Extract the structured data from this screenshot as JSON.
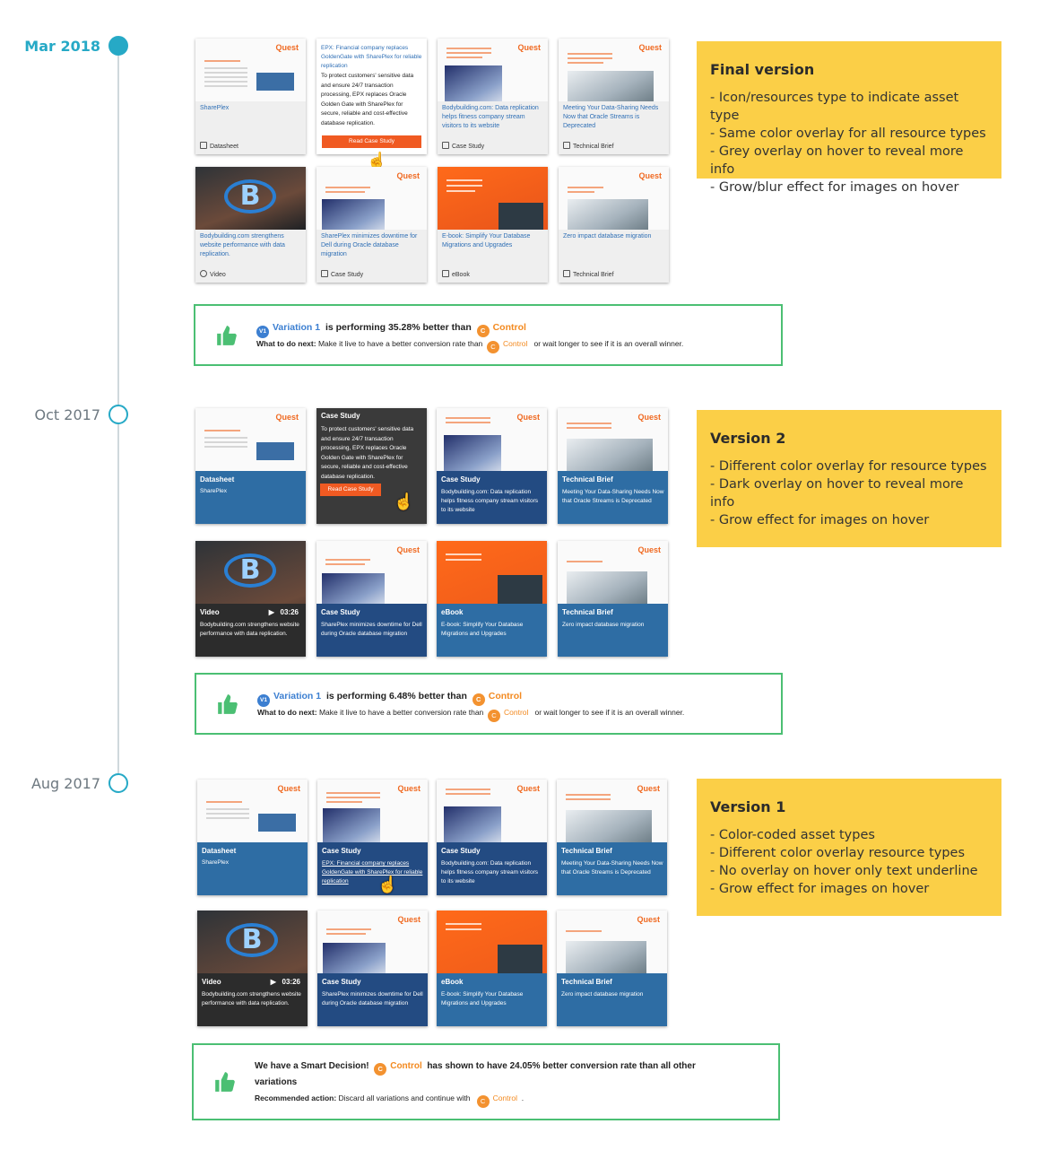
{
  "timeline": [
    {
      "date": "Mar 2018",
      "active": true
    },
    {
      "date": "Oct 2017",
      "active": false
    },
    {
      "date": "Aug 2017",
      "active": false
    }
  ],
  "brand": "Quest",
  "final": {
    "cards": [
      {
        "title": "SharePlex",
        "type": "Datasheet"
      },
      {
        "hover_title": "EPX: Financial company replaces GoldenGate with SharePlex for reliable replication",
        "hover_text": "To protect customers' sensitive data and ensure 24/7 transaction processing, EPX replaces Oracle Golden Gate with SharePlex for secure, reliable and cost-effective database replication.",
        "button": "Read Case Study"
      },
      {
        "title": "Bodybuilding.com: Data replication helps fitness company stream visitors to its website",
        "type": "Case Study"
      },
      {
        "title": "Meeting Your Data-Sharing Needs Now that Oracle Streams is Deprecated",
        "type": "Technical Brief"
      },
      {
        "title": "Bodybuilding.com strengthens website performance with data replication.",
        "type": "Video"
      },
      {
        "title": "SharePlex minimizes downtime for Dell during Oracle database migration",
        "type": "Case Study"
      },
      {
        "title": "E-book: Simplify Your Database Migrations and Upgrades",
        "type": "eBook"
      },
      {
        "title": "Zero impact database migration",
        "type": "Technical Brief"
      }
    ],
    "note": {
      "title": "Final version",
      "items": [
        "- Icon/resources type to indicate asset type",
        "- Same color overlay for all resource types",
        "- Grey overlay on hover to reveal more info",
        "- Grow/blur effect for images on hover"
      ]
    },
    "result": {
      "badge": "V1",
      "variation": "Variation 1",
      "mid": "is performing 35.28% better than",
      "c_badge": "C",
      "control": "Control",
      "next_label": "What to do next:",
      "next_text": "Make it live to have a better conversion rate than",
      "next_tail": "or wait longer to see if it is an overall winner."
    }
  },
  "v2": {
    "cards": [
      {
        "type": "Datasheet",
        "title": "SharePlex"
      },
      {
        "type": "Case Study",
        "hover_text": "To protect customers' sensitive data and ensure 24/7 transaction processing, EPX replaces Oracle Golden Gate with SharePlex for secure, reliable and cost-effective database replication.",
        "button": "Read Case Study"
      },
      {
        "type": "Case Study",
        "title": "Bodybuilding.com: Data replication helps fitness company stream visitors to its website"
      },
      {
        "type": "Technical Brief",
        "title": "Meeting Your Data-Sharing Needs Now that Oracle Streams is Deprecated"
      },
      {
        "type": "Video",
        "duration": "03:26",
        "title": "Bodybuilding.com strengthens website performance with data replication."
      },
      {
        "type": "Case Study",
        "title": "SharePlex minimizes downtime for Dell during Oracle database migration"
      },
      {
        "type": "eBook",
        "title": "E-book: Simplify Your Database Migrations and Upgrades"
      },
      {
        "type": "Technical Brief",
        "title": "Zero impact database migration"
      }
    ],
    "note": {
      "title": "Version 2",
      "items": [
        "- Different color overlay for resource types",
        "- Dark overlay on hover to reveal more info",
        "- Grow effect for images on hover"
      ]
    },
    "result": {
      "badge": "V1",
      "variation": "Variation 1",
      "mid": "is performing 6.48% better than",
      "c_badge": "C",
      "control": "Control",
      "next_label": "What to do next:",
      "next_text": "Make it live to have a better conversion rate than",
      "next_tail": "or wait longer to see if it is an overall winner."
    }
  },
  "v1": {
    "cards": [
      {
        "type": "Datasheet",
        "title": "SharePlex"
      },
      {
        "type": "Case Study",
        "title": "EPX: Financial company replaces GoldenGate with SharePlex for reliable replication"
      },
      {
        "type": "Case Study",
        "title": "Bodybuilding.com: Data replication helps fitness company stream visitors to its website"
      },
      {
        "type": "Technical Brief",
        "title": "Meeting Your Data-Sharing Needs Now that Oracle Streams is Deprecated"
      },
      {
        "type": "Video",
        "duration": "03:26",
        "title": "Bodybuilding.com strengthens website performance with data replication."
      },
      {
        "type": "Case Study",
        "title": "SharePlex minimizes downtime for Dell during Oracle database migration"
      },
      {
        "type": "eBook",
        "title": "E-book: Simplify Your Database Migrations and Upgrades"
      },
      {
        "type": "Technical Brief",
        "title": "Zero impact database migration"
      }
    ],
    "note": {
      "title": "Version 1",
      "items": [
        "- Color-coded asset types",
        "- Different color overlay resource types",
        "- No overlay on hover only text underline",
        "- Grow effect for images on hover"
      ]
    },
    "result": {
      "lead": "We have a Smart Decision!",
      "c_badge": "C",
      "control": "Control",
      "mid": "has shown to have 24.05% better conversion rate than all other",
      "cont": "variations",
      "rec_label": "Recommended action:",
      "rec_text": "Discard all variations and continue with",
      "rec_tail": "."
    }
  },
  "colors": {
    "accent": "#26a9c6",
    "brand_orange": "#f06a22",
    "overlay_blue": "#2e6da4",
    "overlay_navy": "#234b82",
    "note_yellow": "#fbcf47",
    "success_green": "#4bbf73"
  },
  "icons": {
    "thumbs_up": "thumbs-up-icon",
    "cursor": "hand-pointer-icon",
    "play": "play-icon"
  }
}
